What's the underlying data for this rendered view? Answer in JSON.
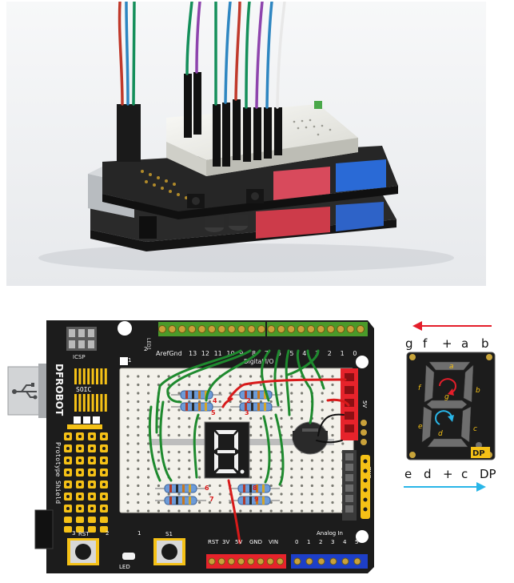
{
  "board": {
    "brand": "DFROBOT",
    "product": "Prototype Shield",
    "header_icsp": "ICSP",
    "soic": "SOIC",
    "aref_label": "ArefGnd",
    "pins_top": [
      "13",
      "12",
      "11",
      "10",
      "9",
      "8",
      "7",
      "6",
      "5",
      "4",
      "3",
      "2",
      "1",
      "0"
    ],
    "digital_label": "Digital I/O",
    "power_labels": [
      "RST",
      "3V",
      "5V",
      "GND",
      "VIN"
    ],
    "analog_label": "Analog In",
    "analog_pins": [
      "0",
      "1",
      "2",
      "3",
      "4",
      "5"
    ],
    "rst_label": "RST",
    "s1_label": "S1",
    "led_label": "LED",
    "led1_label": "LED1",
    "gnd_label": "GND",
    "v5_label": "5V",
    "small_nums": {
      "one": "1",
      "two": "2",
      "three": "3"
    },
    "resistor_labels": [
      "4",
      "5",
      "2",
      "3",
      "6",
      "7",
      "8",
      "9"
    ]
  },
  "segment_diagram": {
    "top_pins": [
      "g",
      "f",
      "+",
      "a",
      "b"
    ],
    "bottom_pins": [
      "e",
      "d",
      "+",
      "c",
      "DP"
    ],
    "segments": [
      "a",
      "b",
      "c",
      "d",
      "e",
      "f",
      "g"
    ],
    "dp_label": "DP"
  },
  "colors": {
    "board": "#1c1c1c",
    "yellow": "#f5c116",
    "green_header": "#4a9a2a",
    "red_header": "#e6232b",
    "blue_header": "#1d3fc8",
    "wire_green": "#1e8a2e",
    "wire_red": "#d81a1a",
    "arrow_red": "#e41e2a",
    "arrow_cyan": "#29b6e8"
  }
}
